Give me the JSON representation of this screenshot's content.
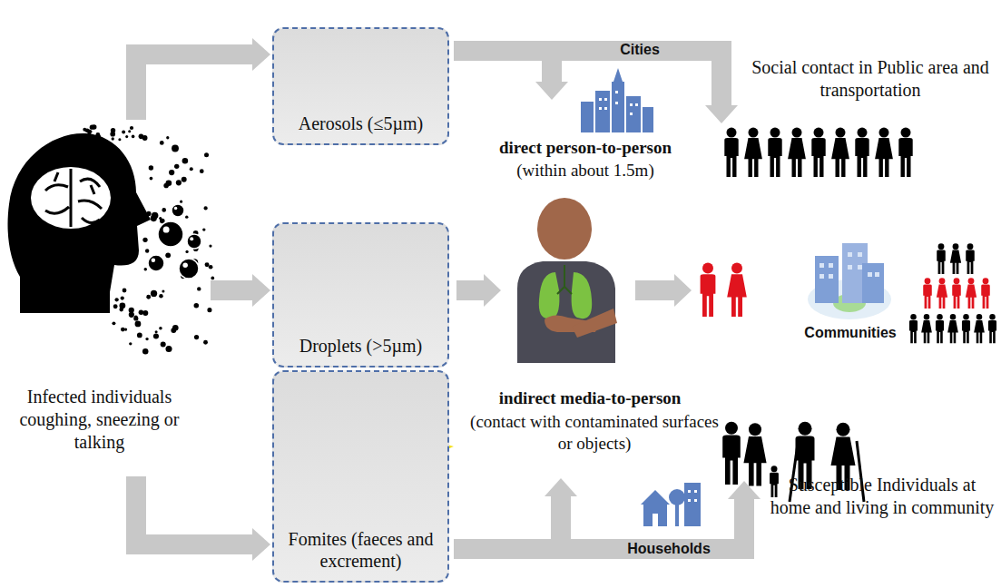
{
  "diagram": {
    "nodes": [
      {
        "text": [
          "Aerosols (≤5µm)"
        ]
      },
      {
        "text": [
          "Droplets (>5µm)"
        ]
      },
      {
        "text": [
          "Fomites (faeces and excrement)"
        ]
      }
    ],
    "labels": [
      "Cities",
      "Social contact in Public area and transportation",
      "direct person-to-person",
      "(within about 1.5m)",
      "Communities",
      "Infected individuals coughing, sneezing or talking",
      "indirect media-to-person",
      "(contact with contaminated surfaces or objects)",
      "Households",
      "Susceptible Individuals at home and living in community"
    ]
  }
}
